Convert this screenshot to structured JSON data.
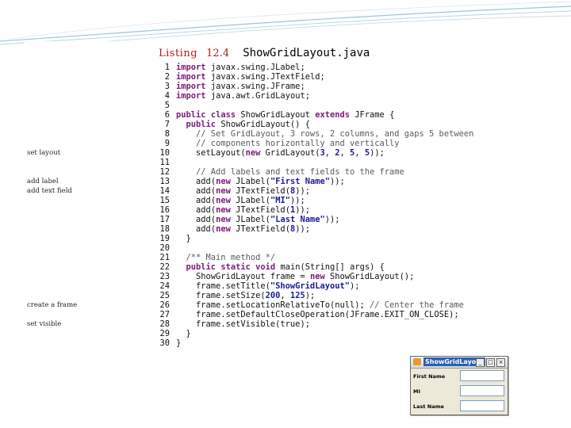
{
  "listing": {
    "label": "Listing",
    "number": "12.4",
    "filename": "ShowGridLayout.java"
  },
  "code_lines": [
    {
      "n": "1",
      "text": "import javax.swing.JLabel;"
    },
    {
      "n": "2",
      "text": "import javax.swing.JTextField;"
    },
    {
      "n": "3",
      "text": "import javax.swing.JFrame;"
    },
    {
      "n": "4",
      "text": "import java.awt.GridLayout;"
    },
    {
      "n": "5",
      "text": ""
    },
    {
      "n": "6",
      "text": "public class ShowGridLayout extends JFrame {"
    },
    {
      "n": "7",
      "text": "  public ShowGridLayout() {"
    },
    {
      "n": "8",
      "text": "    // Set GridLayout, 3 rows, 2 columns, and gaps 5 between"
    },
    {
      "n": "9",
      "text": "    // components horizontally and vertically"
    },
    {
      "n": "10",
      "text": "    setLayout(new GridLayout(3, 2, 5, 5));"
    },
    {
      "n": "11",
      "text": ""
    },
    {
      "n": "12",
      "text": "    // Add labels and text fields to the frame"
    },
    {
      "n": "13",
      "text": "    add(new JLabel(\"First Name\"));"
    },
    {
      "n": "14",
      "text": "    add(new JTextField(8));"
    },
    {
      "n": "15",
      "text": "    add(new JLabel(\"MI\"));"
    },
    {
      "n": "16",
      "text": "    add(new JTextField(1));"
    },
    {
      "n": "17",
      "text": "    add(new JLabel(\"Last Name\"));"
    },
    {
      "n": "18",
      "text": "    add(new JTextField(8));"
    },
    {
      "n": "19",
      "text": "  }"
    },
    {
      "n": "20",
      "text": ""
    },
    {
      "n": "21",
      "text": "  /** Main method */"
    },
    {
      "n": "22",
      "text": "  public static void main(String[] args) {"
    },
    {
      "n": "23",
      "text": "    ShowGridLayout frame = new ShowGridLayout();"
    },
    {
      "n": "24",
      "text": "    frame.setTitle(\"ShowGridLayout\");"
    },
    {
      "n": "25",
      "text": "    frame.setSize(200, 125);"
    },
    {
      "n": "26",
      "text": "    frame.setLocationRelativeTo(null); // Center the frame"
    },
    {
      "n": "27",
      "text": "    frame.setDefaultCloseOperation(JFrame.EXIT_ON_CLOSE);"
    },
    {
      "n": "28",
      "text": "    frame.setVisible(true);"
    },
    {
      "n": "29",
      "text": "  }"
    },
    {
      "n": "30",
      "text": "}"
    }
  ],
  "margin_notes": [
    {
      "line": "10",
      "text": "set layout"
    },
    {
      "line": "13",
      "text": "add label"
    },
    {
      "line": "14",
      "text": "add text field"
    },
    {
      "line": "26",
      "text": "create a frame"
    },
    {
      "line": "28",
      "text": "set visible"
    }
  ],
  "frame_window": {
    "title": "ShowGridLayout",
    "minimize": "_",
    "maximize": "□",
    "close": "×",
    "labels": [
      "First Name",
      "MI",
      "Last Name"
    ]
  },
  "colors": {
    "keyword": "#7a1a7a",
    "comment": "#5a5a5a",
    "string": "#1a1aa0",
    "listing_accent": "#b01818",
    "swoosh": "#9cc4d6"
  }
}
